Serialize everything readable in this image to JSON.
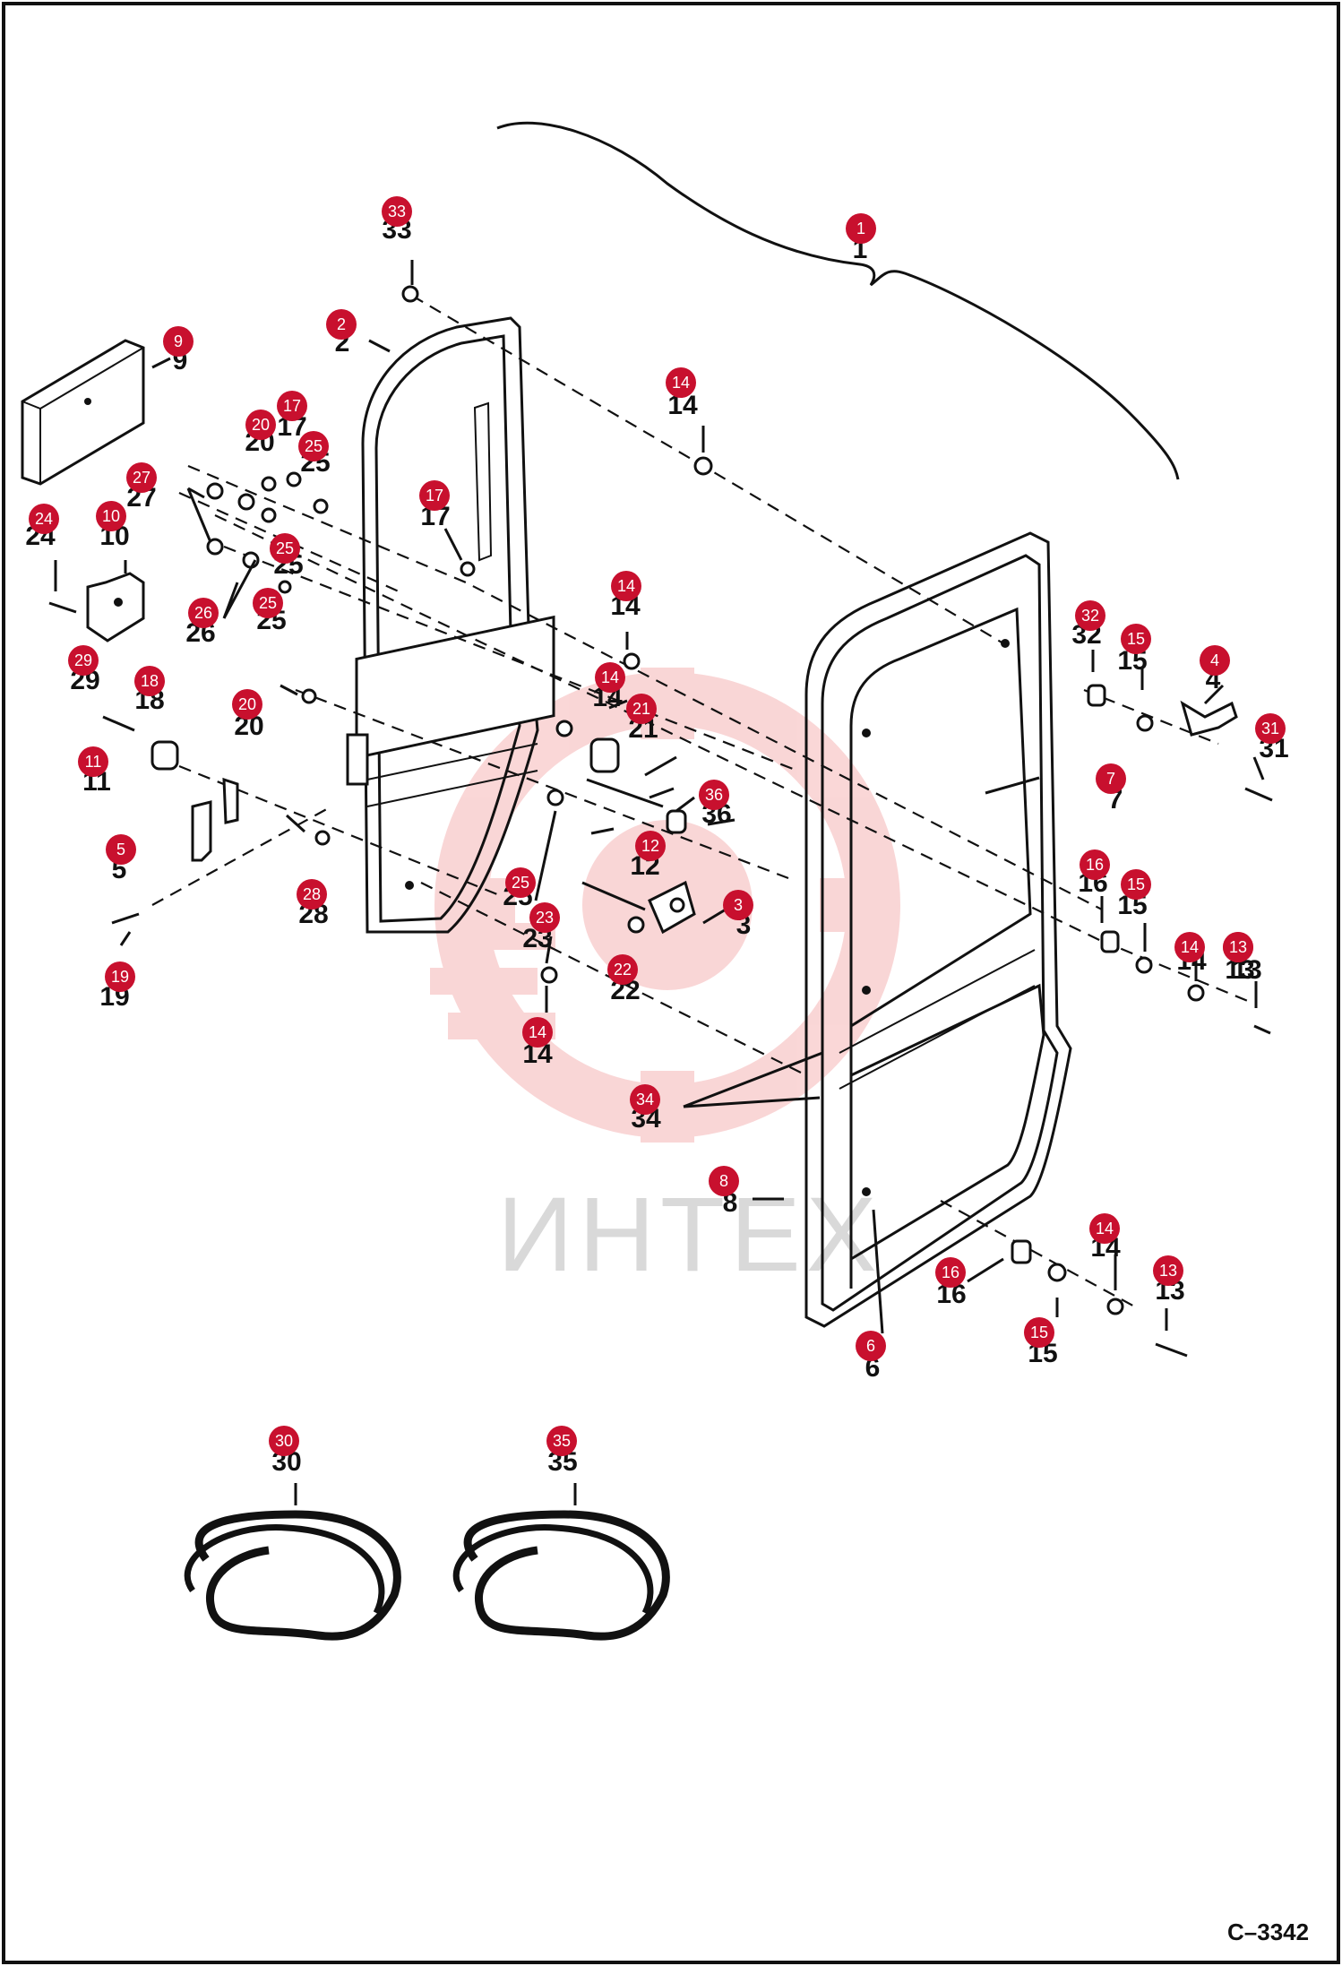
{
  "drawing_code": "C–3342",
  "watermark": "ИНТЕХ",
  "callouts": [
    {
      "number": "1",
      "label": "1"
    },
    {
      "number": "2",
      "label": "2"
    },
    {
      "number": "3",
      "label": "3"
    },
    {
      "number": "4",
      "label": "4"
    },
    {
      "number": "5",
      "label": "5"
    },
    {
      "number": "6",
      "label": "6"
    },
    {
      "number": "7",
      "label": "7"
    },
    {
      "number": "8",
      "label": "8"
    },
    {
      "number": "9",
      "label": "9"
    },
    {
      "number": "10",
      "label": "10"
    },
    {
      "number": "11",
      "label": "11"
    },
    {
      "number": "12",
      "label": "12"
    },
    {
      "number": "13",
      "label": "13"
    },
    {
      "number": "13",
      "label": "13"
    },
    {
      "number": "13",
      "label": "13"
    },
    {
      "number": "14",
      "label": "14"
    },
    {
      "number": "14",
      "label": "14"
    },
    {
      "number": "14",
      "label": "14"
    },
    {
      "number": "14",
      "label": "14"
    },
    {
      "number": "14",
      "label": "14"
    },
    {
      "number": "14",
      "label": "14"
    },
    {
      "number": "15",
      "label": "15"
    },
    {
      "number": "15",
      "label": "15"
    },
    {
      "number": "15",
      "label": "15"
    },
    {
      "number": "16",
      "label": "16"
    },
    {
      "number": "16",
      "label": "16"
    },
    {
      "number": "17",
      "label": "17"
    },
    {
      "number": "17",
      "label": "17"
    },
    {
      "number": "18",
      "label": "18"
    },
    {
      "number": "19",
      "label": "19"
    },
    {
      "number": "20",
      "label": "20"
    },
    {
      "number": "20",
      "label": "20"
    },
    {
      "number": "21",
      "label": "21"
    },
    {
      "number": "22",
      "label": "22"
    },
    {
      "number": "23",
      "label": "23"
    },
    {
      "number": "24",
      "label": "24"
    },
    {
      "number": "25",
      "label": "25"
    },
    {
      "number": "25",
      "label": "25"
    },
    {
      "number": "25",
      "label": "25"
    },
    {
      "number": "25",
      "label": "25"
    },
    {
      "number": "26",
      "label": "26"
    },
    {
      "number": "27",
      "label": "27"
    },
    {
      "number": "28",
      "label": "28"
    },
    {
      "number": "29",
      "label": "29"
    },
    {
      "number": "30",
      "label": "30"
    },
    {
      "number": "31",
      "label": "31"
    },
    {
      "number": "32",
      "label": "32"
    },
    {
      "number": "33",
      "label": "33"
    },
    {
      "number": "34",
      "label": "34"
    },
    {
      "number": "35",
      "label": "35"
    },
    {
      "number": "36",
      "label": "36"
    }
  ]
}
